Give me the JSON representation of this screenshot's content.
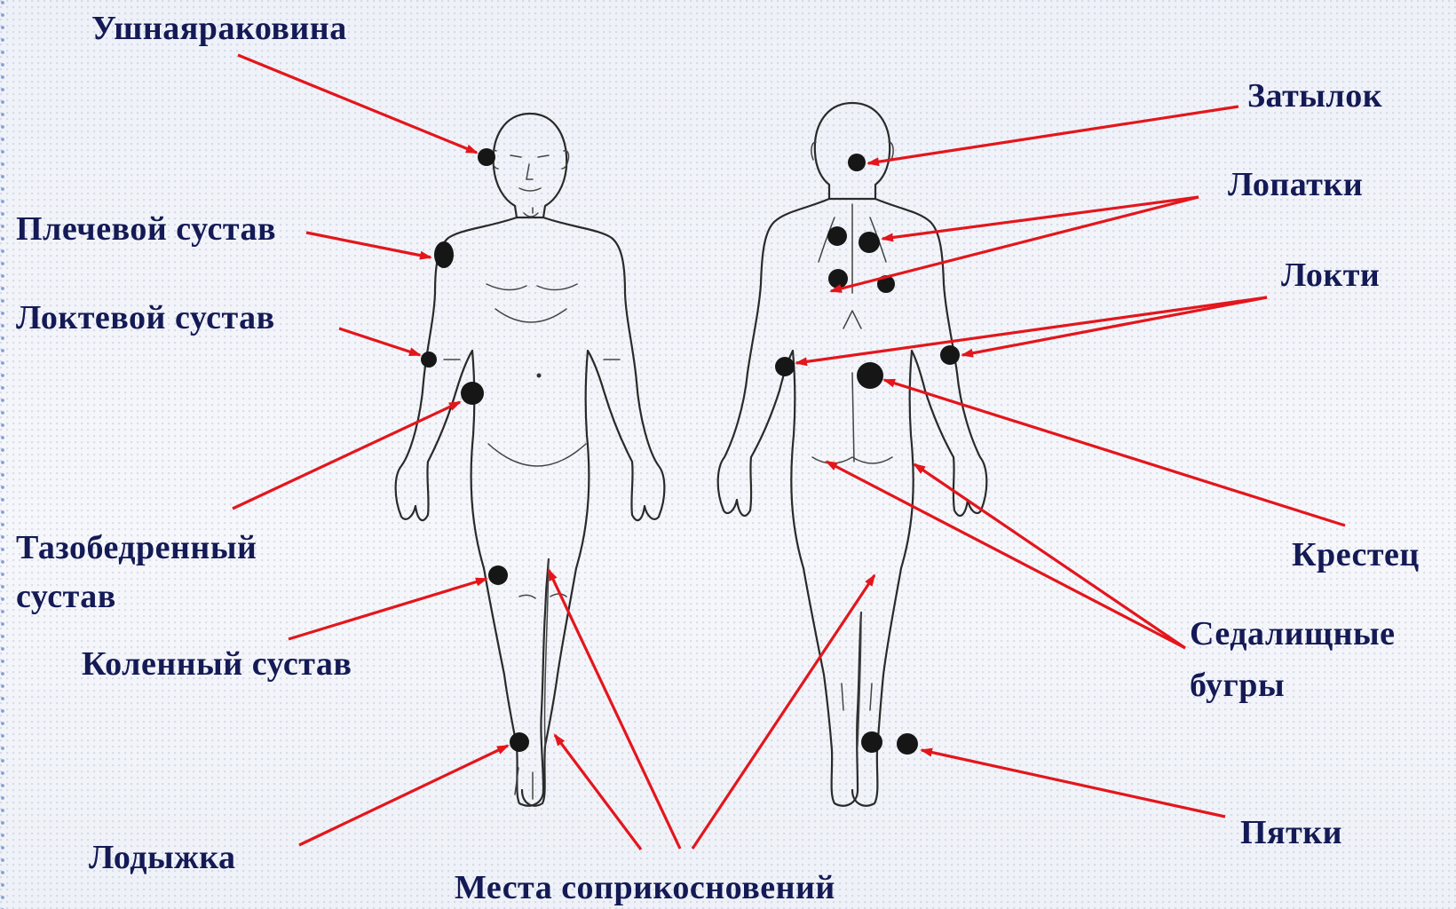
{
  "labels": {
    "ear": "Ушнаяраковина",
    "shoulder": "Плечевой сустав",
    "elbow_joint": "Локтевой сустав",
    "hip_line1": "Тазобедренный",
    "hip_line2": "сустав",
    "knee": "Коленный сустав",
    "ankle": "Лодыжка",
    "contact": "Места соприкосновений",
    "occiput": "Затылок",
    "scapulae": "Лопатки",
    "elbows": "Локти",
    "sacrum": "Крестец",
    "ischial_line1": "Седалищные",
    "ischial_line2": "бугры",
    "heels": "Пятки"
  },
  "colors": {
    "label_text": "#141a55",
    "arrow": "#e3161c",
    "pressure_point": "#161616",
    "figure_outline": "#2a2a2a"
  }
}
